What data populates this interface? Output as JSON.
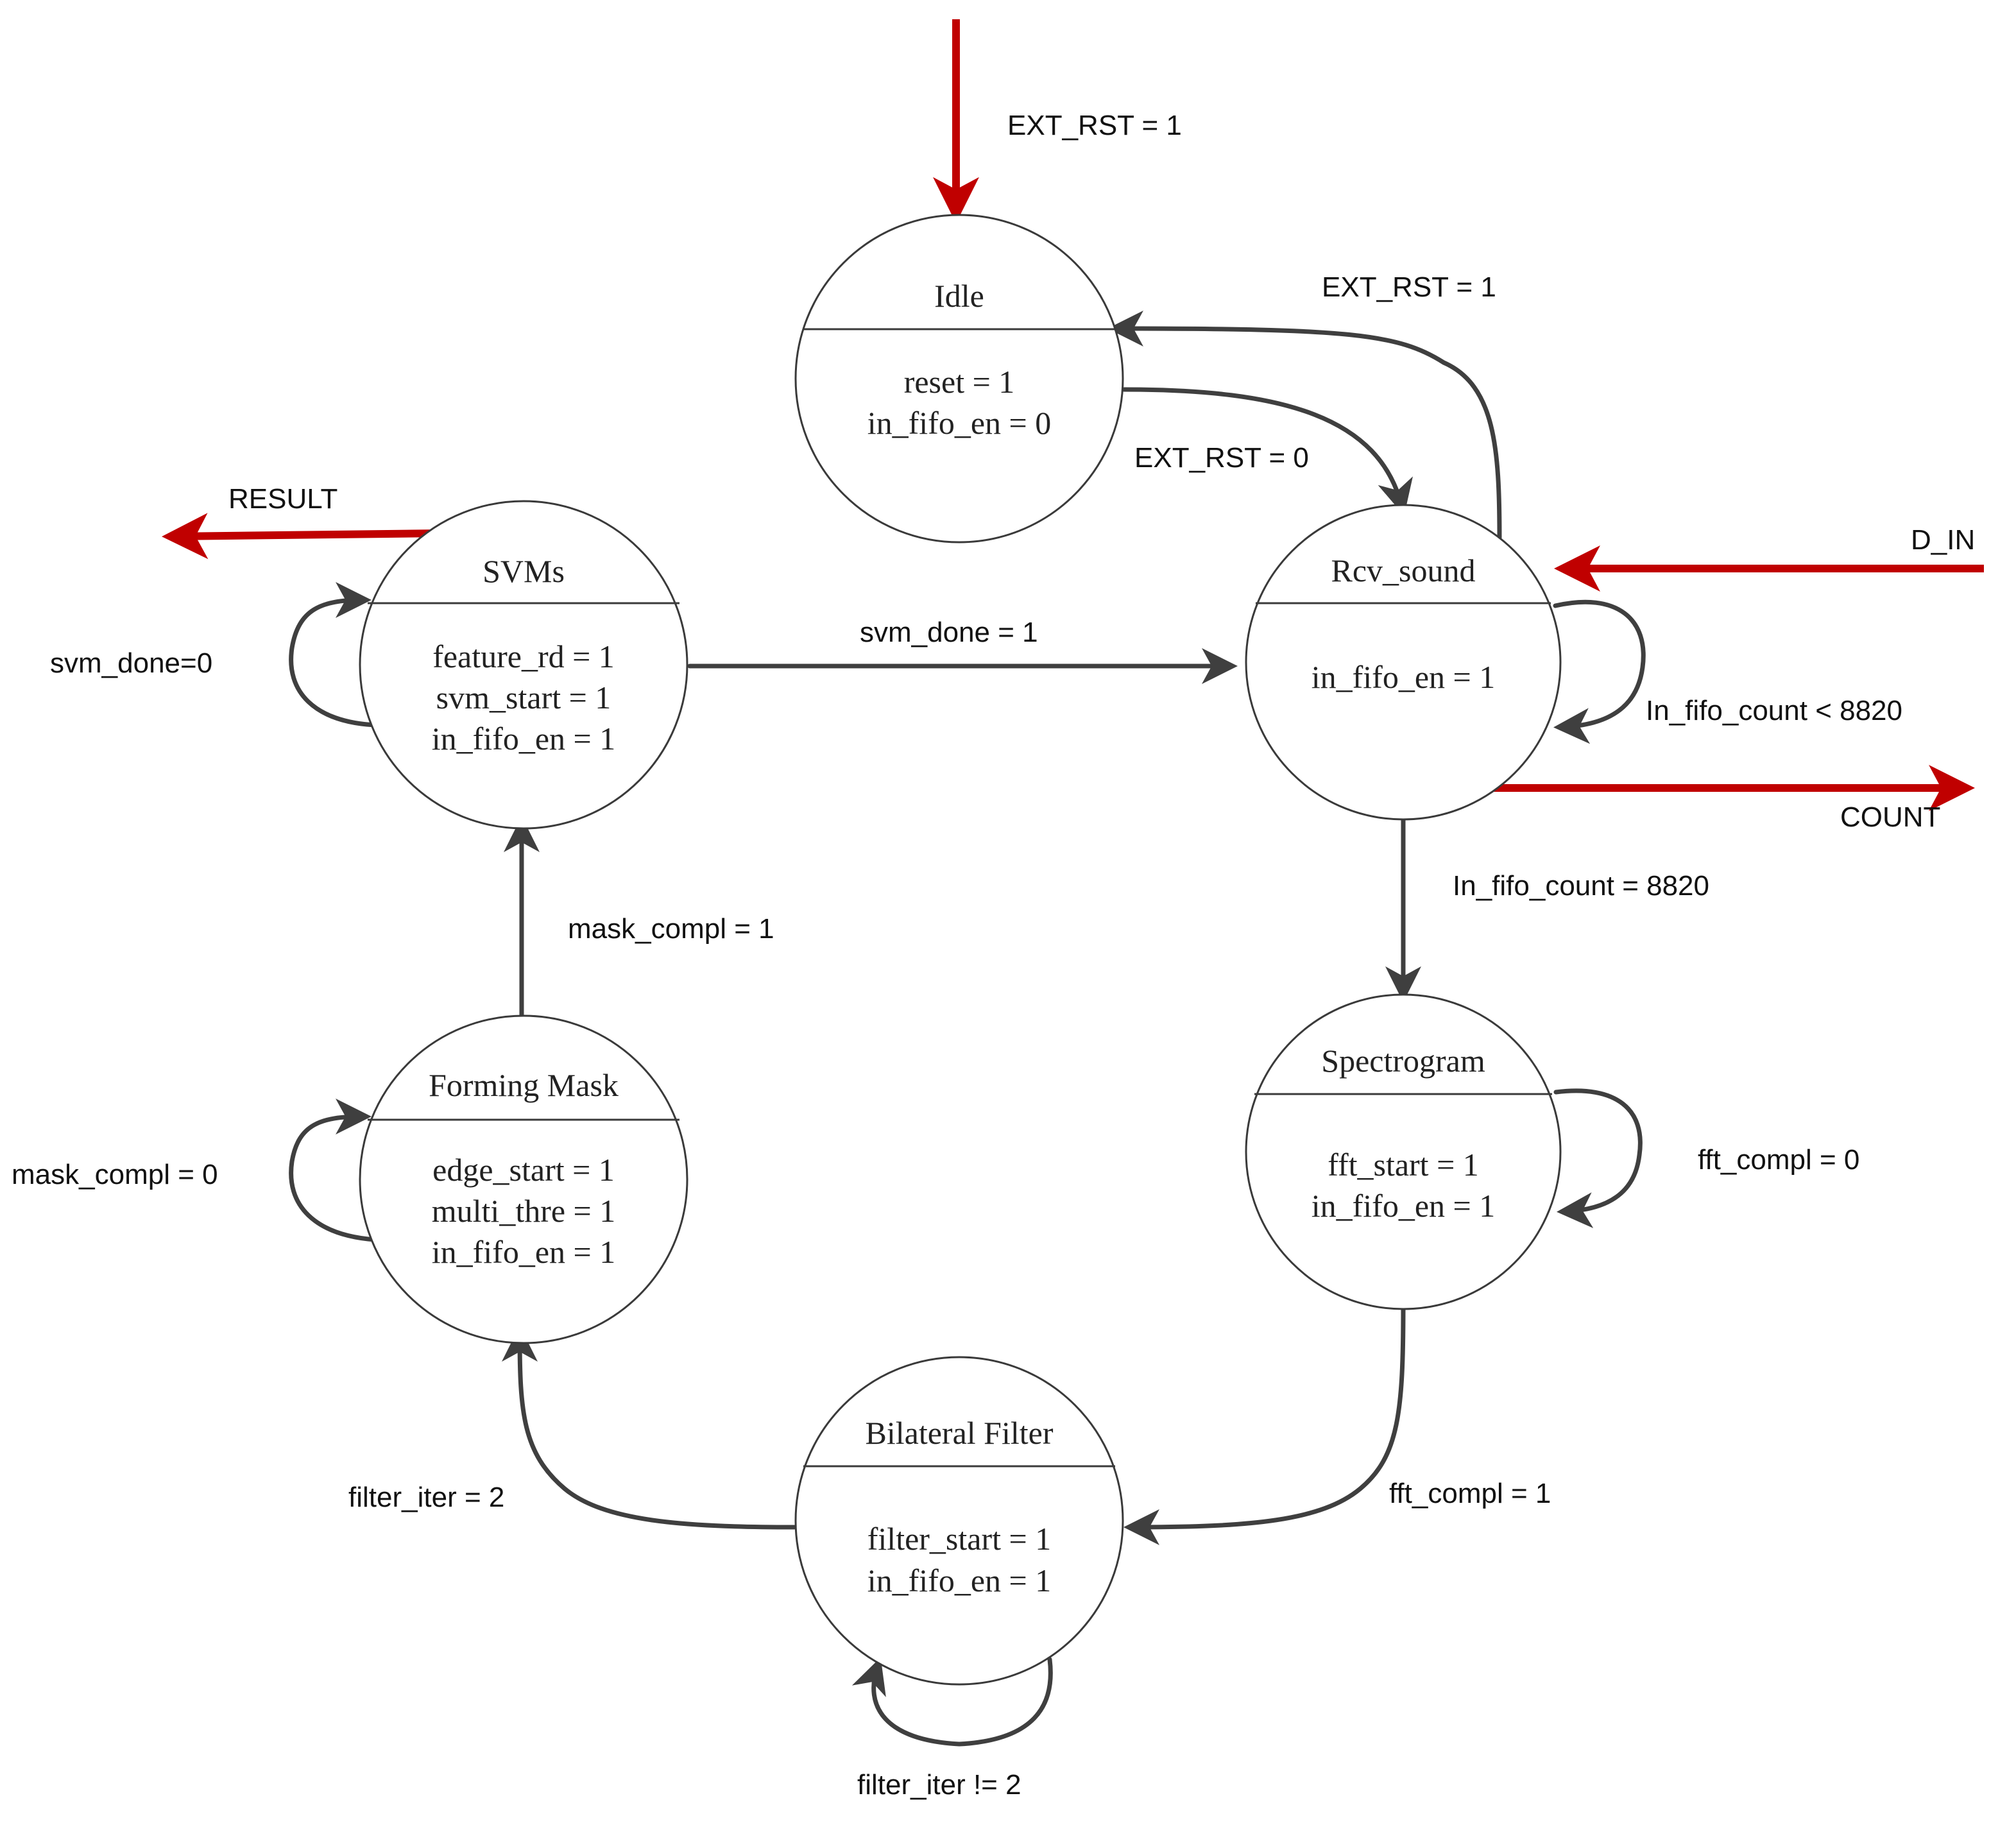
{
  "colors": {
    "io_arrow": "#c00000",
    "edge": "#3f3f3f",
    "state_outline": "#3a3a3a"
  },
  "states": {
    "idle": {
      "name": "Idle",
      "actions": [
        "reset = 1",
        "in_fifo_en = 0"
      ]
    },
    "rcv_sound": {
      "name": "Rcv_sound",
      "actions": [
        "in_fifo_en = 1"
      ]
    },
    "spectrogram": {
      "name": "Spectrogram",
      "actions": [
        "fft_start = 1",
        "in_fifo_en = 1"
      ]
    },
    "bilateral_filter": {
      "name": "Bilateral Filter",
      "actions": [
        "filter_start = 1",
        "in_fifo_en = 1"
      ]
    },
    "forming_mask": {
      "name": "Forming Mask",
      "actions": [
        "edge_start = 1",
        "multi_thre = 1",
        "in_fifo_en = 1"
      ]
    },
    "svms": {
      "name": "SVMs",
      "actions": [
        "feature_rd = 1",
        "svm_start = 1",
        "in_fifo_en = 1"
      ]
    }
  },
  "transitions": {
    "ext_rst_entry": "EXT_RST = 1",
    "rcv_to_idle": "EXT_RST = 1",
    "idle_to_rcv": "EXT_RST = 0",
    "rcv_self": "In_fifo_count < 8820",
    "rcv_to_spectrogram": "In_fifo_count = 8820",
    "spectrogram_self": "fft_compl = 0",
    "spectrogram_to_filter": "fft_compl = 1",
    "filter_self": "filter_iter != 2",
    "filter_to_mask": "filter_iter = 2",
    "mask_self": "mask_compl = 0",
    "mask_to_svms": "mask_compl = 1",
    "svms_self": "svm_done=0",
    "svms_to_rcv": "svm_done = 1"
  },
  "signals": {
    "result": "RESULT",
    "d_in": "D_IN",
    "count": "COUNT"
  }
}
